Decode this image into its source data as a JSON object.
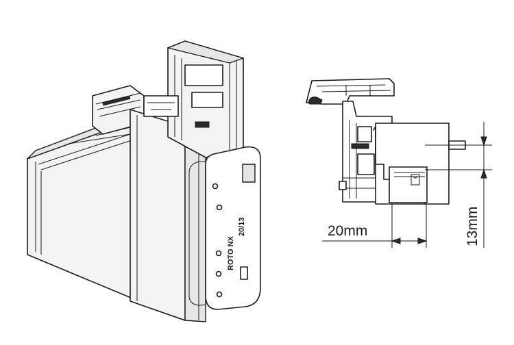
{
  "diagram": {
    "housing_brand_text": "ROTO NX",
    "housing_code_text": "20/13",
    "dimension_width_label": "20mm",
    "dimension_height_label": "13mm"
  }
}
